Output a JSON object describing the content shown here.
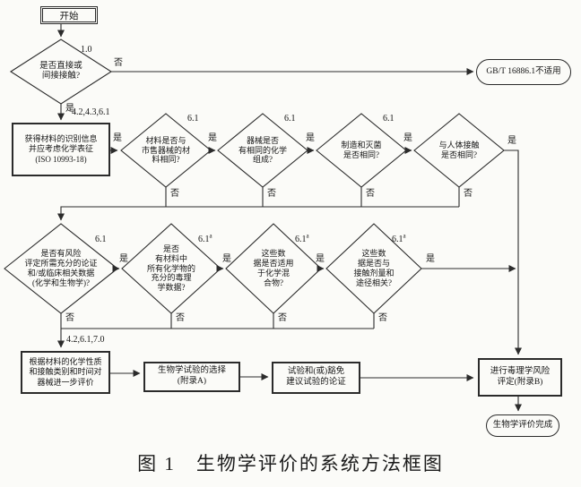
{
  "labels": {
    "yes": "是",
    "no": "否"
  },
  "clauses": {
    "c10": "1.0",
    "c61": "6.1",
    "supA": "a",
    "bRef": "4.2,4.3,6.1",
    "kRef": "4.2,6.1,7.0"
  },
  "nodes": {
    "start": "开始",
    "d_contact": "是否直接或\n间接接触?",
    "na_terminal": "GB/T 16886.1不适用",
    "b_box": "获得材料的识别信息\n并应考虑化学表征\n(ISO 10993-18)",
    "d_material": "材料是否与\n市售器械的材\n料相同?",
    "d_chem": "器械是否\n有相同的化学\n组成?",
    "d_mfg": "制造和灭菌\n是否相同?",
    "d_body": "与人体接触\n是否相同?",
    "d_risk": "是否有风险\n评定所需充分的论证\n和/或临床相关数据\n(化学和生物学)?",
    "d_tox": "是否\n有材料中\n所有化学物的\n充分的毒理\n学数据?",
    "d_mix": "这些数\n据是否适用\n于化学混\n合物?",
    "d_route": "这些数\n据是否与\n接触剂量和\n途径相关?",
    "k_box": "根据材料的化学性质\n和接触类别和时间对\n器械进一步评价",
    "l_box": "生物学试验的选择\n(附录A)",
    "m_box": "试验和(或)豁免\n建议试验的论证",
    "n_box": "进行毒理学风险\n评定(附录B)",
    "done_terminal": "生物学评价完成"
  },
  "caption": "图 1　生物学评价的系统方法框图"
}
